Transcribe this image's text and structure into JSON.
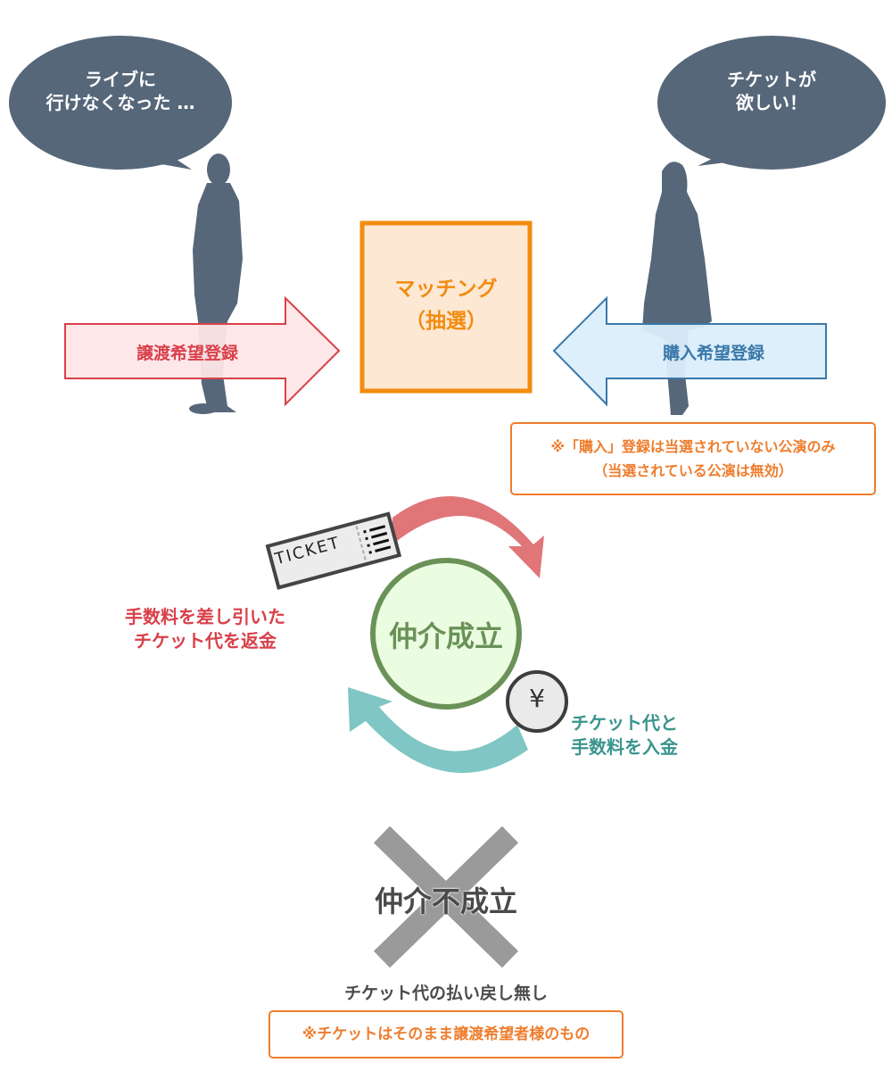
{
  "colors": {
    "silhouette": "#56677a",
    "orange": "#f28c10",
    "orange_fill": "#fde8d4",
    "note_orange": "#ee7d2e",
    "red": "#d9404a",
    "red_fill": "#fde6e7",
    "blue": "#3a78a9",
    "blue_fill": "#dbeefb",
    "green": "#6a9258",
    "green_fill": "#ebfde0",
    "teal": "#3a948e",
    "teal_arrow": "#7fc6c4",
    "red_arrow": "#e07678",
    "gray_cross": "#9a9a9a",
    "dark_text": "#4a4a4a"
  },
  "seller": {
    "bubble_lines": [
      "ライブに",
      "行けなくなった …"
    ],
    "arrow_label": "譲渡希望登録"
  },
  "buyer": {
    "bubble_lines": [
      "チケットが",
      "欲しい！"
    ],
    "arrow_label": "購入希望登録",
    "note_lines": [
      "※「購入」登録は当選されていない公演のみ",
      "（当選されている公演は無効）"
    ]
  },
  "matching": {
    "lines": [
      "マッチング",
      "（抽選）"
    ]
  },
  "success": {
    "label": "仲介成立",
    "ticket_text": "TICKET",
    "yen_symbol": "¥",
    "refund_lines": [
      "手数料を差し引いた",
      "チケット代を返金"
    ],
    "payment_lines": [
      "チケット代と",
      "手数料を入金"
    ]
  },
  "failure": {
    "label": "仲介不成立",
    "sub_label": "チケット代の払い戻し無し",
    "note": "※チケットはそのまま譲渡希望者様のもの"
  }
}
